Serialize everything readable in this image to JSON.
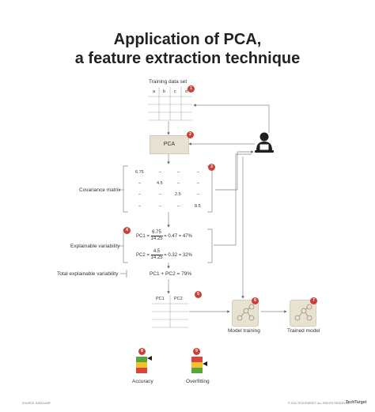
{
  "title": {
    "line1": "Application of PCA,",
    "line2": "a feature extraction technique"
  },
  "training_set": {
    "label": "Training data set",
    "columns": [
      "a",
      "b",
      "c",
      "d"
    ],
    "badge": "1"
  },
  "pca": {
    "label": "PCA",
    "badge": "2"
  },
  "covariance": {
    "label": "Covariance matrix",
    "badge": "3",
    "rows": [
      [
        "6.75",
        "–",
        "–",
        "–"
      ],
      [
        "–",
        "4.5",
        "–",
        "–"
      ],
      [
        "–",
        "–",
        "2.5",
        "–"
      ],
      [
        "–",
        "–",
        "–",
        "8.5"
      ]
    ]
  },
  "explainable": {
    "label": "Explainable variability",
    "badge": "4",
    "pc1": {
      "name": "PC1",
      "num": "6.75",
      "den": "14.25",
      "result": "= 0.47 = 47%"
    },
    "pc2": {
      "name": "PC2",
      "num": "4.5",
      "den": "14.25",
      "result": "= 0.32 = 32%"
    }
  },
  "total": {
    "label": "Total explainable variability",
    "formula": "PC1 + PC2 = 79%"
  },
  "reduced_set": {
    "columns": [
      "PC1",
      "PC2"
    ],
    "badge": "5"
  },
  "model_training": {
    "label": "Model training",
    "badge": "6"
  },
  "trained_model": {
    "label": "Trained model",
    "badge": "7"
  },
  "accuracy": {
    "label": "Accuracy",
    "badge": "8"
  },
  "overfitting": {
    "label": "Overfitting",
    "badge": "9"
  },
  "footer": {
    "left": "SOURCE: DATACAMP",
    "right": "© 2021 TECHTARGET. ALL RIGHTS RESERVED.",
    "logo": "TechTarget"
  },
  "colors": {
    "badge": "#c9423a",
    "box": "#e7e1d3",
    "meter_green": "#5aa537",
    "meter_yellow": "#f2c12e",
    "meter_red": "#d9453a"
  }
}
